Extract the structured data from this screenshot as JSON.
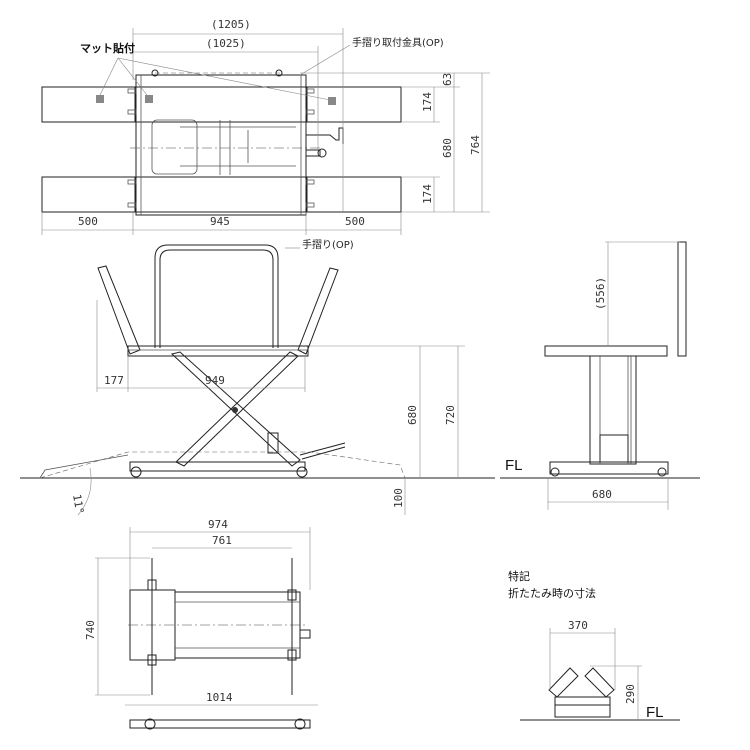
{
  "top_view": {
    "dim_1205": "(1205)",
    "dim_1025": "(1025)",
    "label_mat": "マット貼付",
    "label_rail_bracket": "手摺り取付金具(OP)",
    "dim_500_left": "500",
    "dim_945": "945",
    "dim_500_right": "500",
    "dim_63": "63",
    "dim_174_top": "174",
    "dim_680": "680",
    "dim_764": "764",
    "dim_174_bottom": "174"
  },
  "side_view": {
    "label_handrail": "手摺り(OP)",
    "dim_177": "177",
    "dim_949": "949",
    "dim_680": "680",
    "dim_720": "720",
    "dim_100": "100",
    "angle": "11°"
  },
  "end_view": {
    "floor_label": "FL",
    "dim_556": "(556)",
    "dim_680": "680"
  },
  "bottom_plan": {
    "dim_974": "974",
    "dim_761": "761",
    "dim_740": "740",
    "dim_1014": "1014"
  },
  "folded": {
    "note_title": "特記",
    "note_text": "折たたみ時の寸法",
    "dim_370": "370",
    "dim_290": "290",
    "floor_label": "FL"
  }
}
